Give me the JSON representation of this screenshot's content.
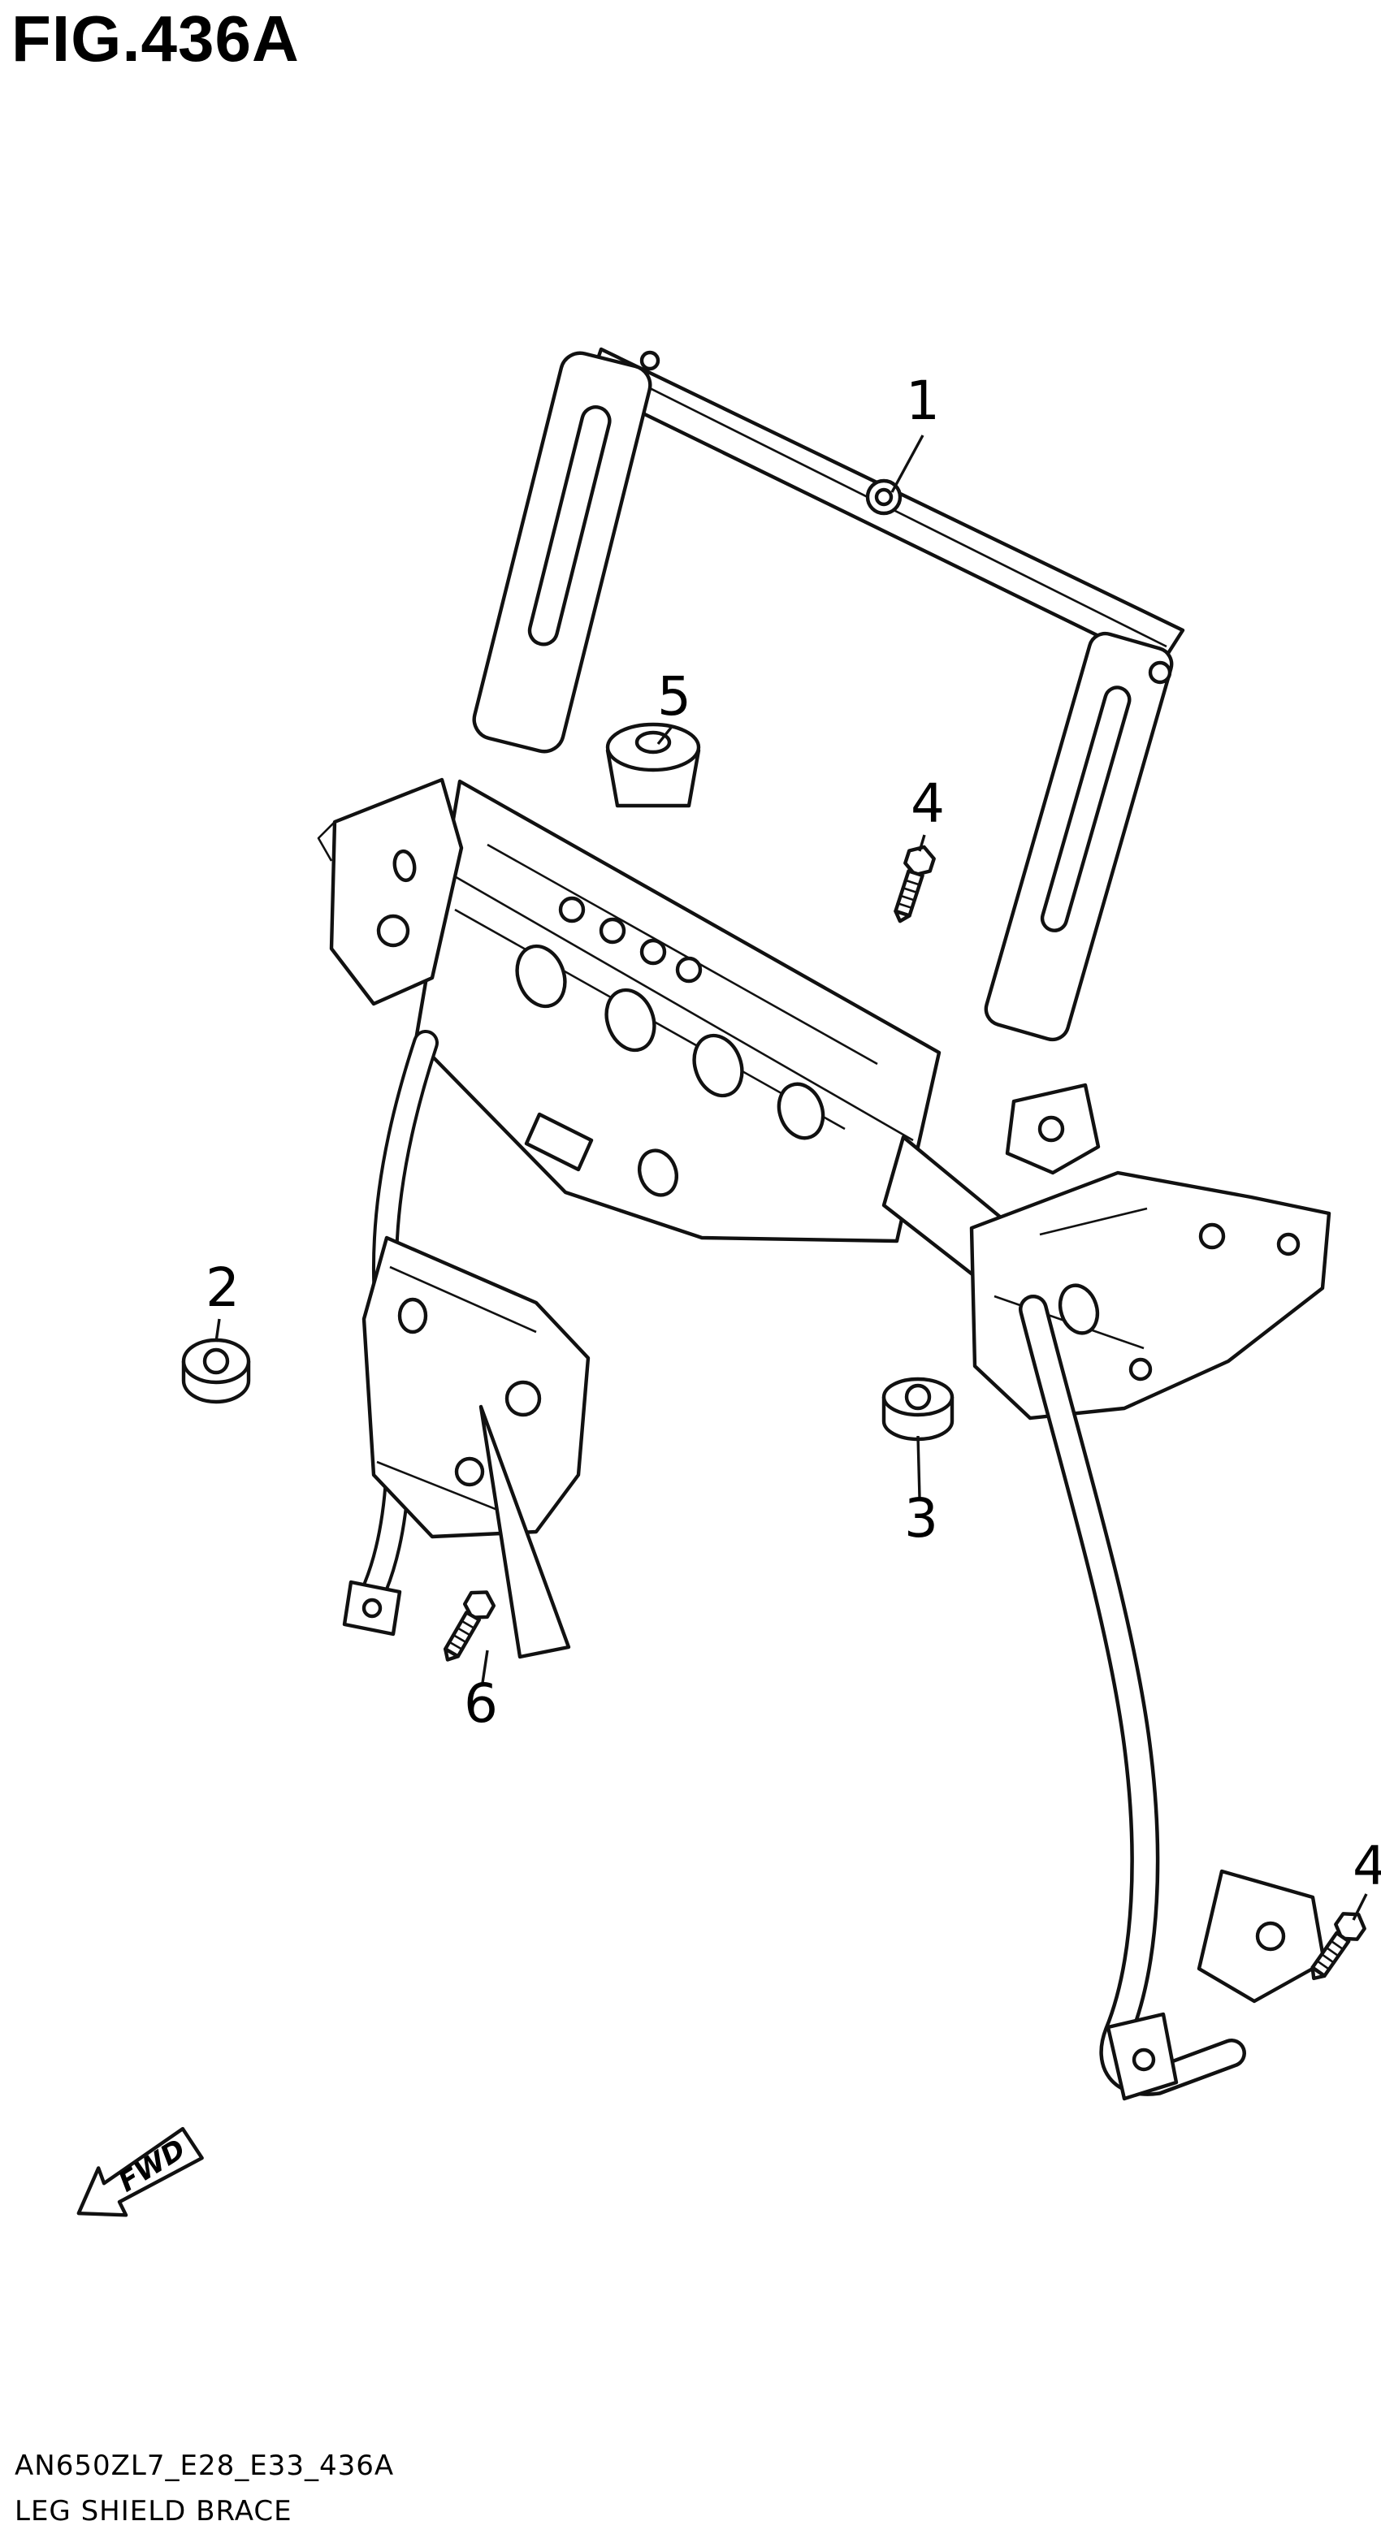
{
  "figure": {
    "title": "FIG.436A",
    "part_code": "AN650ZL7_E28_E33_436A",
    "part_name": "LEG SHIELD BRACE",
    "fwd_label": "FWD",
    "drawing_subject": "leg-shield-brace-exploded-view",
    "line_color": "#111111",
    "background_color": "#ffffff"
  },
  "callouts": {
    "part1": "1",
    "part2": "2",
    "part3": "3",
    "part4_top": "4",
    "part4_bottom": "4",
    "part5": "5",
    "part6": "6"
  }
}
